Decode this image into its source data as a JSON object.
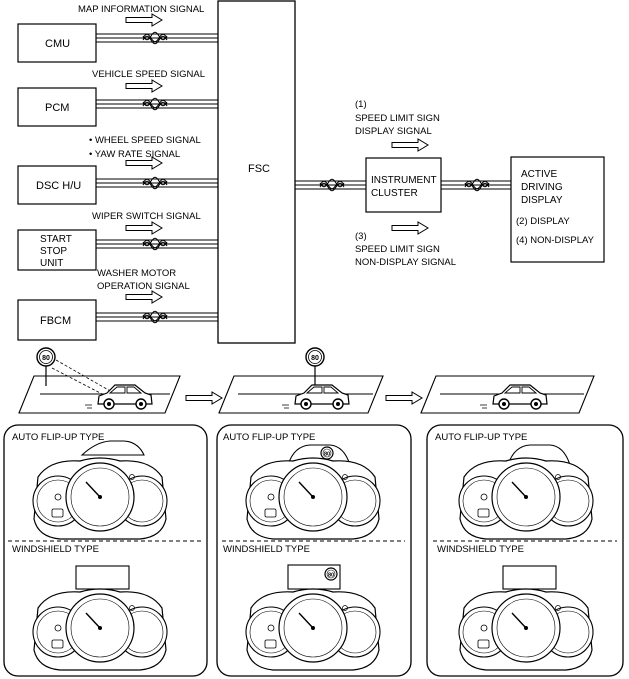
{
  "modules": {
    "cmu": "CMU",
    "pcm": "PCM",
    "dsc": "DSC H/U",
    "start_stop": [
      "START",
      "STOP",
      "UNIT"
    ],
    "fbcm": "FBCM",
    "fsc": "FSC",
    "cluster": [
      "INSTRUMENT",
      "CLUSTER"
    ],
    "adisplay": [
      "ACTIVE",
      "DRIVING",
      "DISPLAY"
    ]
  },
  "signals": {
    "map_info": "MAP INFORMATION SIGNAL",
    "vehicle_speed": "VEHICLE SPEED SIGNAL",
    "wheel_speed": "• WHEEL SPEED SIGNAL",
    "yaw_rate": "• YAW RATE SIGNAL",
    "wiper": "WIPER SWITCH SIGNAL",
    "washer": [
      "WASHER MOTOR",
      "OPERATION SIGNAL"
    ],
    "speed_limit_display": [
      "(1)",
      "SPEED LIMIT SIGN",
      "DISPLAY SIGNAL"
    ],
    "speed_limit_nondisplay": [
      "(3)",
      "SPEED LIMIT SIGN",
      "NON-DISPLAY SIGNAL"
    ]
  },
  "display_states": {
    "display": "(2) DISPLAY",
    "non_display": "(4) NON-DISPLAY"
  },
  "speed_sign": "80",
  "panels": [
    {
      "top_label": "AUTO FLIP-UP TYPE",
      "bottom_label": "WINDSHIELD TYPE",
      "sign_shown": false
    },
    {
      "top_label": "AUTO FLIP-UP TYPE",
      "bottom_label": "WINDSHIELD TYPE",
      "sign_shown": true
    },
    {
      "top_label": "AUTO FLIP-UP TYPE",
      "bottom_label": "WINDSHIELD TYPE",
      "sign_shown": false
    }
  ]
}
